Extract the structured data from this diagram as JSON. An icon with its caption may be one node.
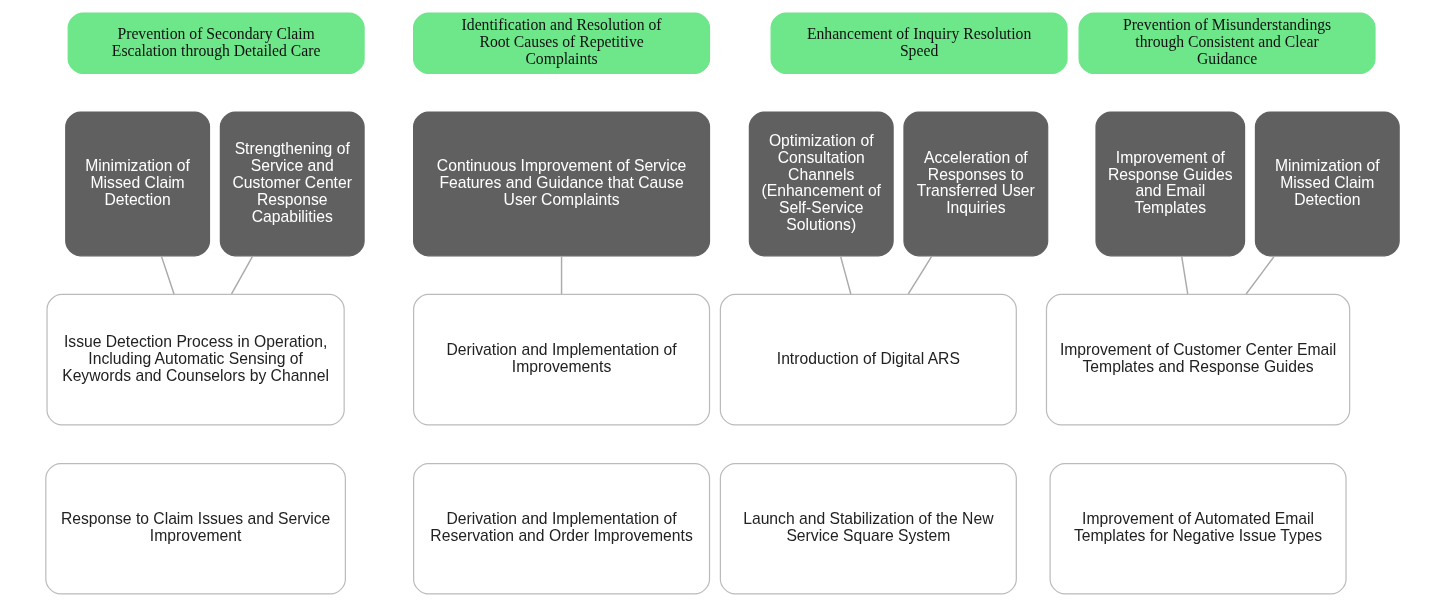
{
  "diagram": {
    "nodes": [
      {
        "text": [
          "Prevention of Secondary Claim Escalation through Detailed Care"
        ]
      },
      {
        "text": [
          "Minimization of Missed Claim Detection"
        ]
      },
      {
        "text": [
          "Strengthening of Service and Customer Center Response Capabilities"
        ]
      },
      {
        "text": [
          "Issue Detection Process in Operation, Including Automatic Sensing of Keywords and Counselors by Channel"
        ]
      },
      {
        "text": [
          "Response to Claim Issues and Service Improvement"
        ]
      },
      {
        "text": [
          "Identification and Resolution of Root Causes of Repetitive Complaints"
        ]
      },
      {
        "text": [
          "Continuous Improvement of Service Features and Guidance that Cause User Complaints"
        ]
      },
      {
        "text": [
          "Derivation and Implementation of Improvements"
        ]
      },
      {
        "text": [
          "Derivation and Implementation of Reservation and Order Improvements"
        ]
      },
      {
        "text": [
          "Enhancement of Inquiry Resolution Speed"
        ]
      },
      {
        "text": [
          "Optimization of Consultation Channels (Enhancement of Self-Service Solutions)"
        ]
      },
      {
        "text": [
          "Acceleration of Responses to Transferred User Inquiries"
        ]
      },
      {
        "text": [
          "Introduction of Digital ARS"
        ]
      },
      {
        "text": [
          "Launch and Stabilization of the New Service Square System"
        ]
      },
      {
        "text": [
          "Prevention of Misunderstandings through Consistent and Clear Guidance"
        ]
      },
      {
        "text": [
          "Improvement of Response Guides and Email Templates"
        ]
      },
      {
        "text": [
          "Minimization of Missed Claim Detection"
        ]
      },
      {
        "text": [
          "Improvement of Customer Center Email Templates and Response Guides"
        ]
      },
      {
        "text": [
          "Improvement of Automated Email Templates for Negative Issue Types"
        ]
      }
    ],
    "edges": [
      {
        "from": 1,
        "to": 3,
        "arrow": "none"
      },
      {
        "from": 2,
        "to": 3,
        "arrow": "none"
      },
      {
        "from": 6,
        "to": 7,
        "arrow": "none"
      },
      {
        "from": 10,
        "to": 12,
        "arrow": "none"
      },
      {
        "from": 11,
        "to": 12,
        "arrow": "none"
      },
      {
        "from": 15,
        "to": 17,
        "arrow": "none"
      },
      {
        "from": 16,
        "to": 17,
        "arrow": "none"
      }
    ]
  }
}
